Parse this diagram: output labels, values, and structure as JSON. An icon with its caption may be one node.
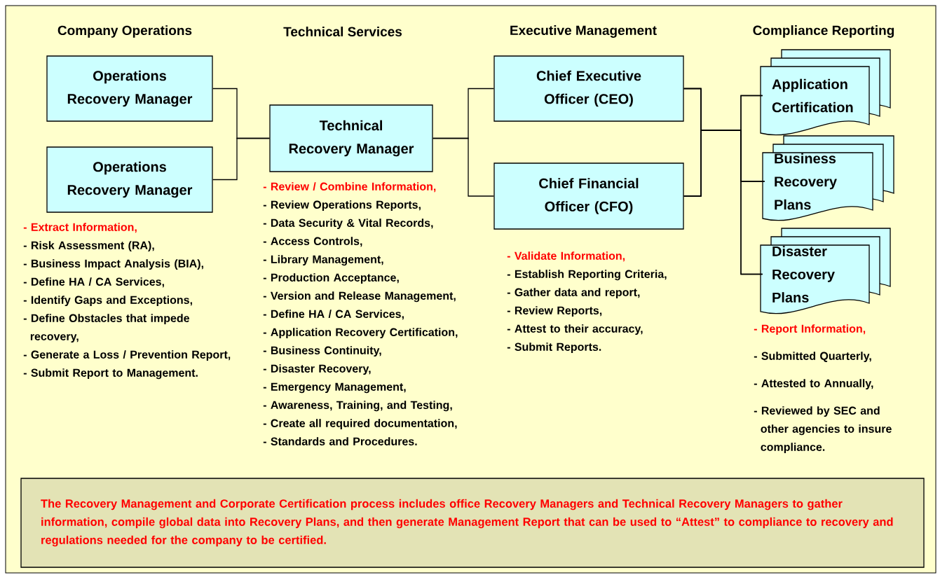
{
  "diagram": {
    "nodes": [
      {
        "text": [
          "Operations Recovery Manager"
        ]
      },
      {
        "text": [
          "Operations Recovery Manager"
        ]
      },
      {
        "text": [
          "Technical Recovery Manager"
        ]
      },
      {
        "text": [
          "Chief Executive Officer (CEO)"
        ]
      },
      {
        "text": [
          "Chief Financial Officer (CFO)"
        ]
      },
      {
        "text": [
          "Application Certification"
        ]
      },
      {
        "text": [
          "Business Recovery Plans"
        ]
      },
      {
        "text": [
          "Disaster Recovery Plans"
        ]
      },
      {
        "text": [
          "The Recovery Management and Corporate Certification process includes office Recovery Managers and Technical Recovery Managers to gather information, compile global data into Recovery Plans, and then generate Management Report that can be used to “Attest” to compliance to recovery and regulations needed for the company to be certified."
        ]
      }
    ],
    "edges": [
      {
        "from": 0,
        "to": 2,
        "arrow": "none"
      },
      {
        "from": 1,
        "to": 2,
        "arrow": "none"
      },
      {
        "from": 2,
        "to": 3,
        "arrow": "none"
      },
      {
        "from": 2,
        "to": 4,
        "arrow": "none"
      },
      {
        "from": 3,
        "to": 5,
        "arrow": "none"
      },
      {
        "from": 3,
        "to": 6,
        "arrow": "none"
      },
      {
        "from": 3,
        "to": 7,
        "arrow": "none"
      },
      {
        "from": 4,
        "to": 5,
        "arrow": "none"
      },
      {
        "from": 4,
        "to": 6,
        "arrow": "none"
      },
      {
        "from": 4,
        "to": 7,
        "arrow": "none"
      }
    ],
    "labels": [
      "Company Operations",
      "Technical Services",
      "Executive Management",
      "Compliance Reporting",
      "- Extract Information,",
      "- Risk Assessment (RA),",
      "- Business Impact Analysis (BIA),",
      "- Define HA / CA Services,",
      "- Identify Gaps and Exceptions,",
      "- Define Obstacles that impede recovery,",
      "- Generate a Loss / Prevention Report,",
      "- Submit Report to Management.",
      "- Review / Combine Information,",
      "- Review Operations Reports,",
      "- Data Security & Vital Records,",
      "- Access Controls,",
      "- Library Management,",
      "- Production Acceptance,",
      "- Version and Release Management,",
      "- Define HA / CA Services,",
      "- Application Recovery Certification,",
      "- Business Continuity,",
      "- Disaster Recovery,",
      "- Emergency Management,",
      "- Awareness, Training, and Testing,",
      "- Create all required documentation,",
      "- Standards and Procedures.",
      "- Validate Information,",
      "- Establish Reporting Criteria,",
      "- Gather data and report,",
      "- Review Reports,",
      "- Attest to their accuracy,",
      "- Submit Reports.",
      "- Report Information,",
      "- Submitted Quarterly,",
      "- Attested to Annually,",
      "- Reviewed by SEC and other agencies to insure compliance."
    ]
  }
}
